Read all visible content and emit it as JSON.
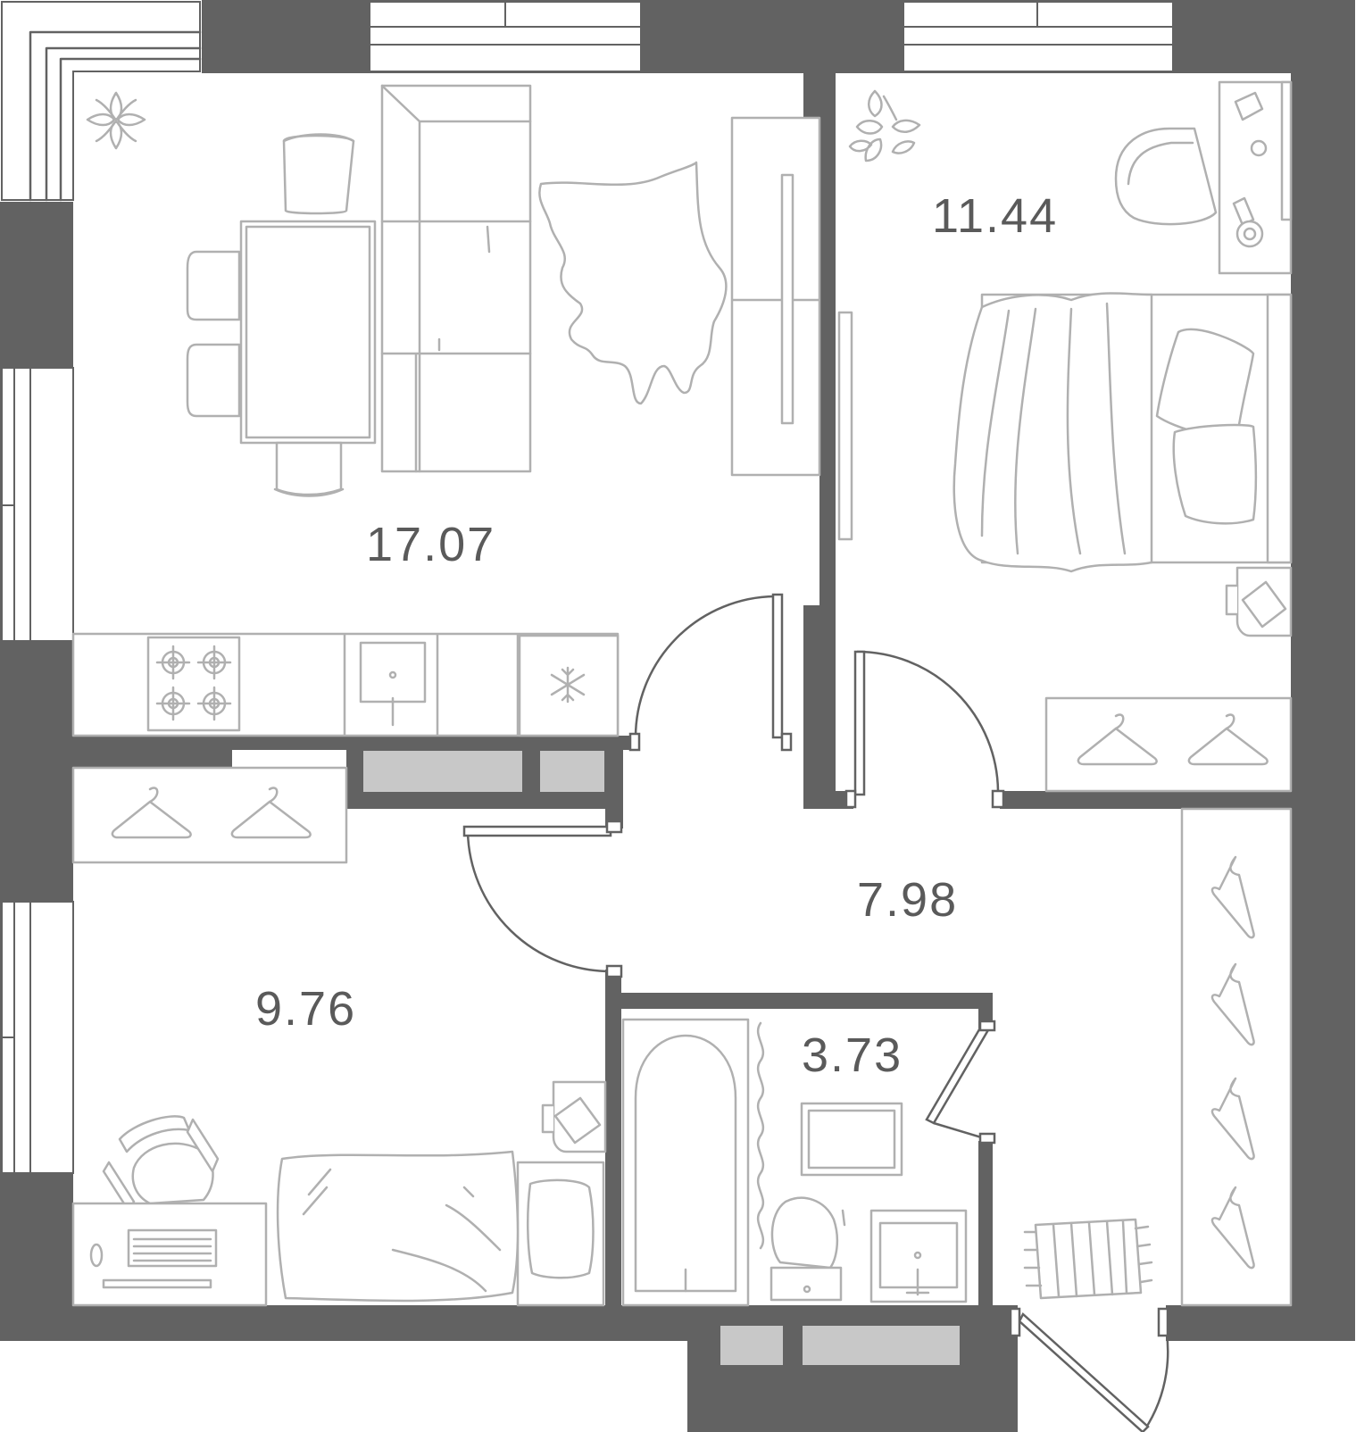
{
  "plan": {
    "colors": {
      "wall": "#626262",
      "furniture": "#b0b0b0",
      "shaft": "#c8c8c8",
      "background": "#ffffff"
    },
    "rooms": [
      {
        "id": "living-kitchen",
        "area": "17.07"
      },
      {
        "id": "bedroom-large",
        "area": "11.44"
      },
      {
        "id": "hallway",
        "area": "7.98"
      },
      {
        "id": "bedroom-small",
        "area": "9.76"
      },
      {
        "id": "bathroom",
        "area": "3.73"
      }
    ],
    "icons": [
      "plant-icon",
      "hanger-icon",
      "snowflake-icon",
      "stove-icon",
      "sink-icon",
      "bathtub-icon",
      "toilet-icon",
      "bed-icon",
      "sofa-icon",
      "table-icon",
      "chair-icon",
      "desk-icon",
      "rug-icon"
    ]
  }
}
